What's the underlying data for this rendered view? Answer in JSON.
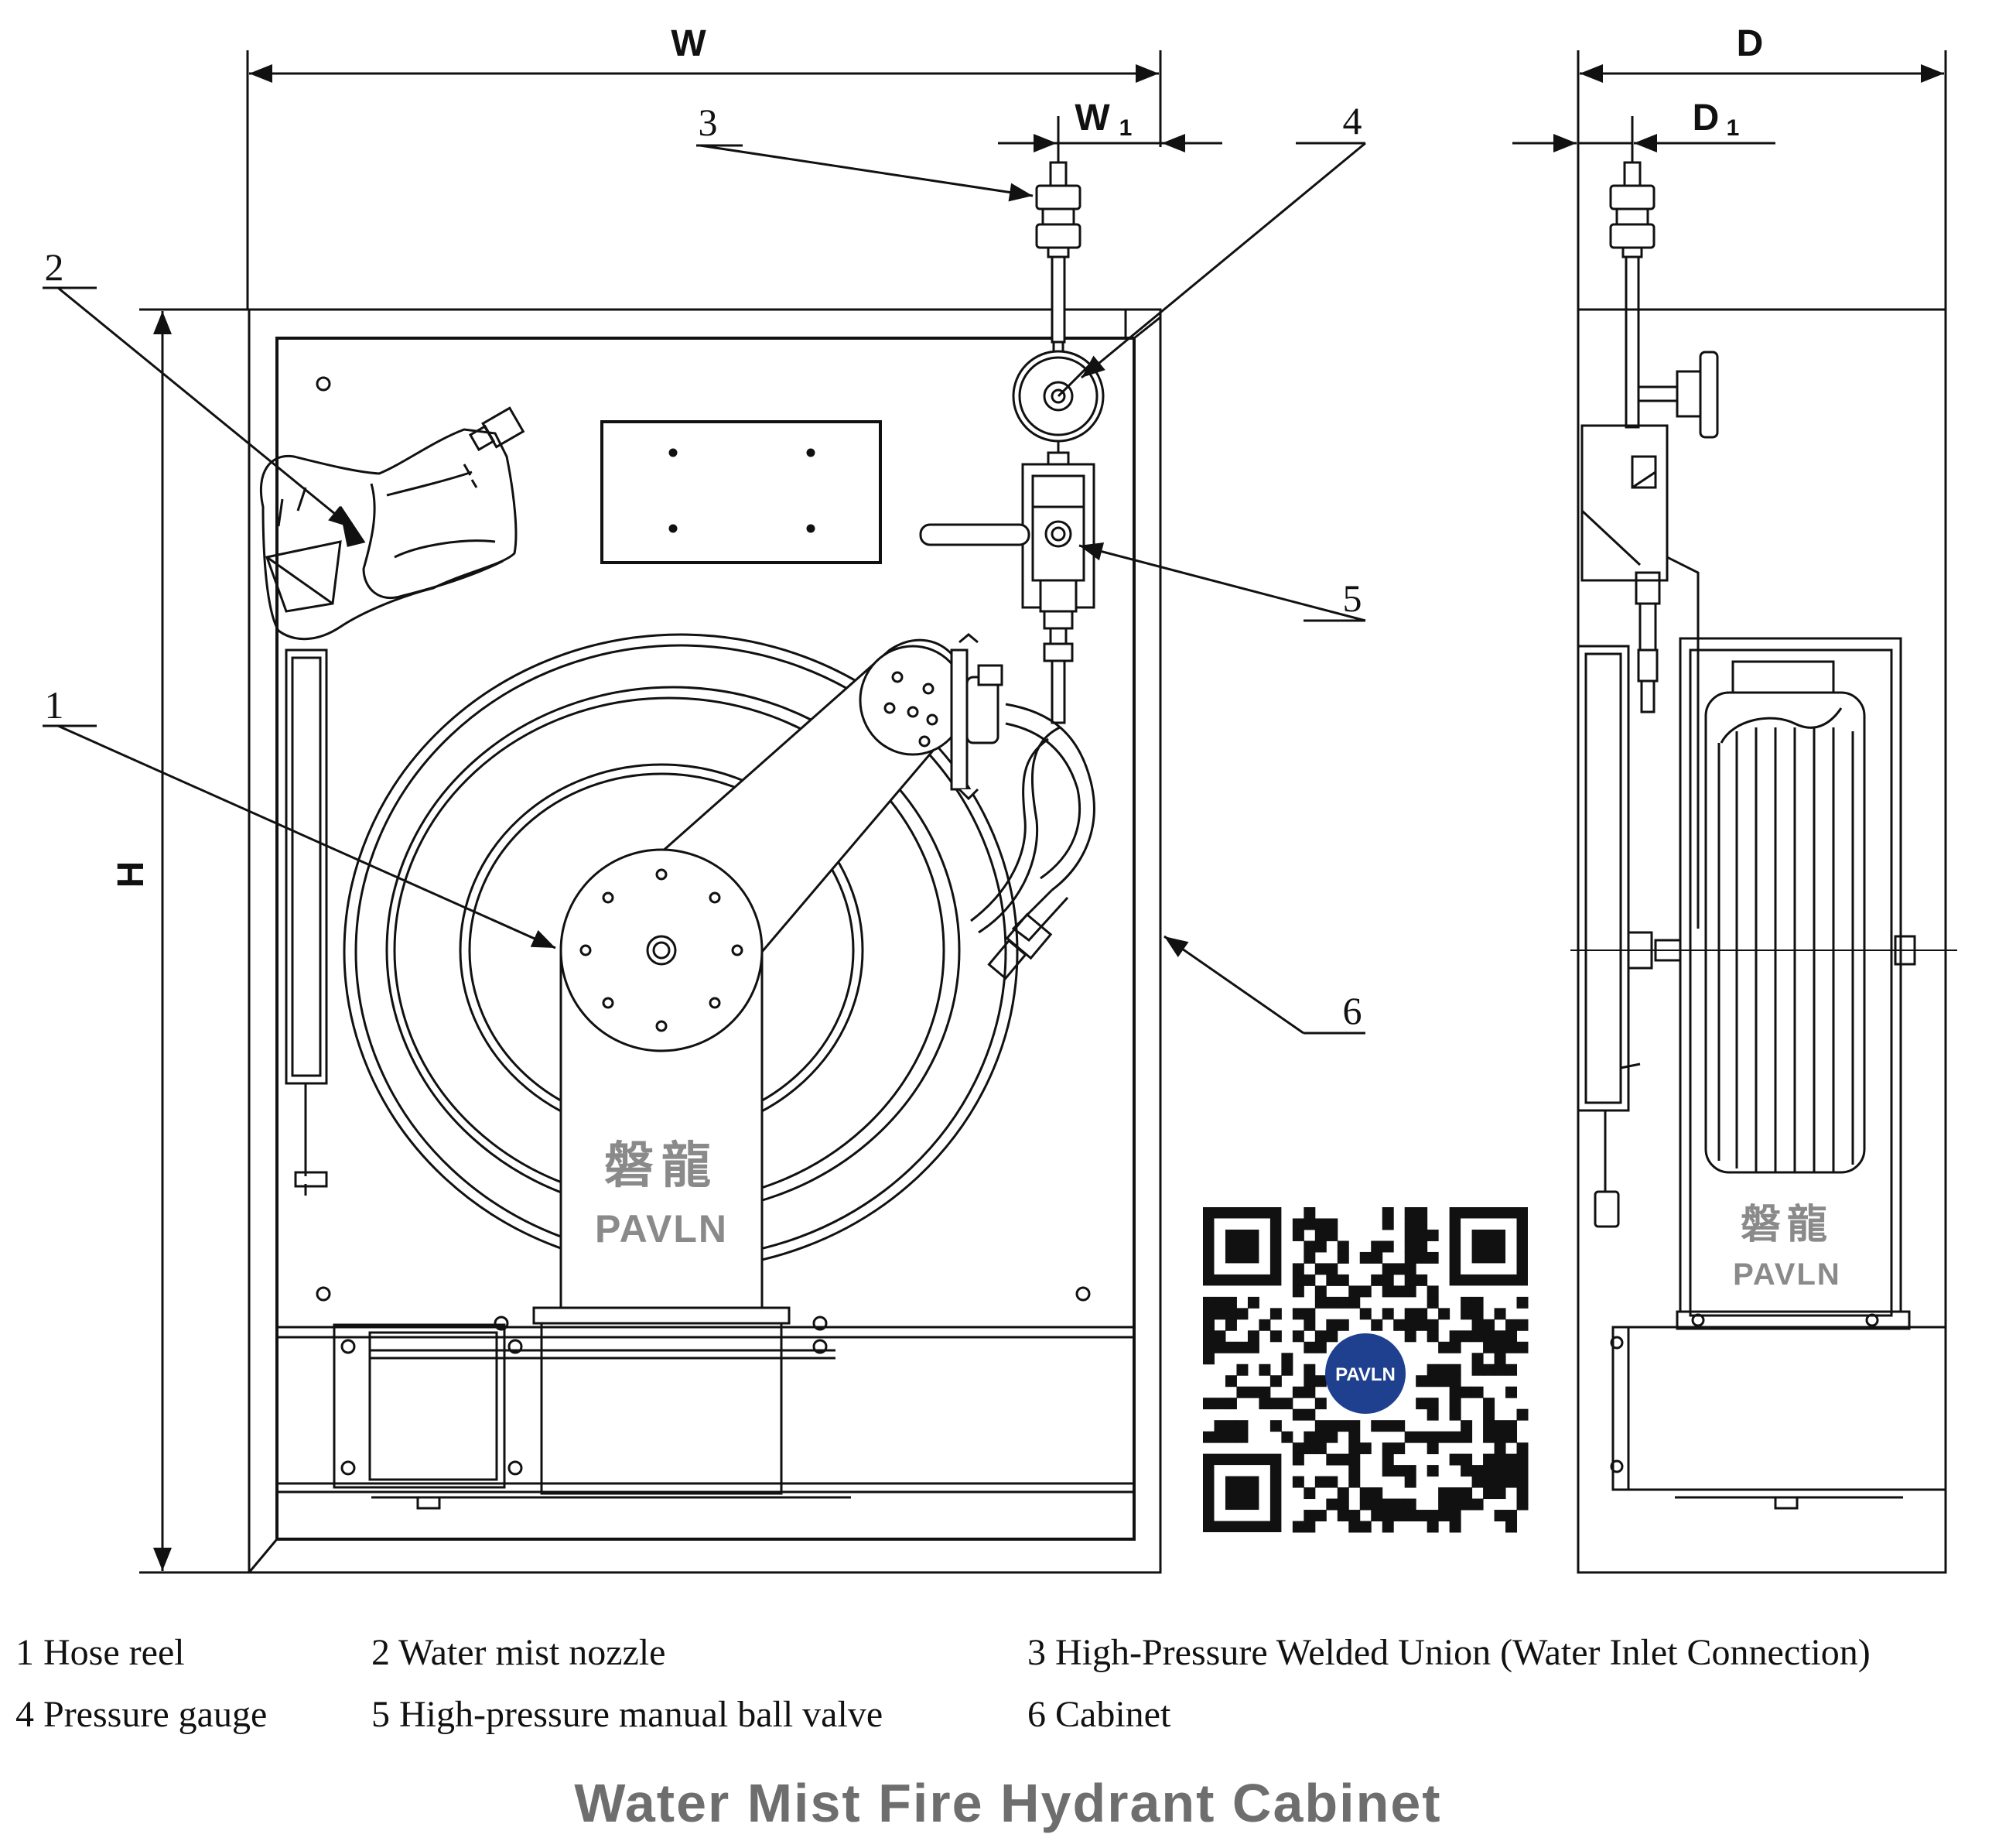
{
  "dimensions": {
    "width": "W",
    "width_sub_main": "W",
    "width_sub_index": "1",
    "depth": "D",
    "depth_sub_main": "D",
    "depth_sub_index": "1",
    "height": "H"
  },
  "callouts": [
    "1",
    "2",
    "3",
    "4",
    "5",
    "6"
  ],
  "brand": {
    "chinese": "磐龍",
    "latin": "PAVLN",
    "qr_logo": "PAVLN"
  },
  "legend": [
    {
      "number": "1",
      "label": "Hose reel",
      "text": "1 Hose reel"
    },
    {
      "number": "2",
      "label": "Water mist nozzle",
      "text": "2 Water mist nozzle"
    },
    {
      "number": "3",
      "label": "High-Pressure Welded Union (Water Inlet Connection)",
      "text": "3 High-Pressure Welded Union (Water Inlet Connection)"
    },
    {
      "number": "4",
      "label": "Pressure gauge",
      "text": "4 Pressure gauge"
    },
    {
      "number": "5",
      "label": "High-pressure manual ball valve",
      "text": "5 High-pressure manual ball valve"
    },
    {
      "number": "6",
      "label": "Cabinet",
      "text": "6 Cabinet"
    }
  ],
  "title": "Water Mist Fire Hydrant Cabinet",
  "colors": {
    "line": "#111111",
    "brand_gray": "#8a8a8a",
    "title_gray": "#6e6e6e",
    "qr_badge": "#1f3f8f"
  }
}
